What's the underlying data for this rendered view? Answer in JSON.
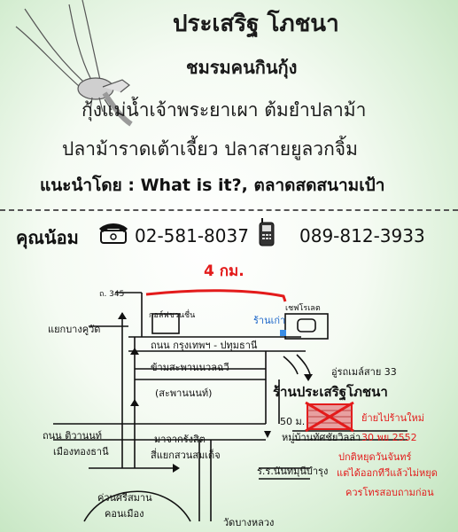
{
  "header": {
    "title": "ประเสริฐ โภชนา",
    "subtitle": "ชมรมคนกินกุ้ง",
    "menu_line_1": "กุ้งแม่น้ำเจ้าพระยาเผา   ต้มยำปลาม้า",
    "menu_line_2": "ปลาม้าราดเต้าเจี้ยว  ปลาสายยูลวกจิ้ม",
    "recommended": "แนะนำโดย : What is it?, ตลาดสดสนามเป้า"
  },
  "contact": {
    "name": "คุณน้อม",
    "phone": "02-581-8037",
    "mobile": "089-812-3933",
    "phone_icon": "telephone-icon",
    "mobile_icon": "mobile-phone-icon"
  },
  "map": {
    "distance": "4 กม.",
    "road_345": "ถ. 345",
    "golf": "กอล์ฟชวนชื่น",
    "old_shop": "ร้านเก่า",
    "chef": "เชฟโรเลต",
    "bang_kuwat": "แยกบางคูวัด",
    "bkk_pathum": "ถนน กรุงเทพฯ - ปทุมธานี",
    "bridge_1": "ข้ามสะพานนวลฉวี",
    "bridge_2": "(สะพานนนท์)",
    "soi_33": "อู่รถเมล์สาย 33",
    "shop_name": "ร้านประเสริฐโภชนา",
    "distance_50": "50 ม.",
    "village": "หมู่บ้านทัศชัยวิลล่า",
    "tiwanon": "ถนน ติวานนท์",
    "muang_thong": "เมืองทองธานี",
    "from_rangsit": "มาจากรังสิต",
    "suan_son": "สี่แยกสวนสมเด็จ",
    "school": "ร.ร.นันทมุนีบำรุง",
    "kuan_sri": "ค่วนศรีสมาน",
    "don_mueang": "คอนเมือง",
    "wat": "วัดบางหลวง",
    "note_moved": "ย้ายไปร้านใหม่",
    "note_date": "30 พย 2552",
    "note_closed": "ปกติหยุดวันจันทร์",
    "note_open": "แต่ได้ออกทีวีแล้วไม่หยุด",
    "note_call": "ควรโทรสอบถามก่อน",
    "colors": {
      "route": "#e31b1b",
      "old_shop_marker": "#3a8ee6",
      "ink": "#111111"
    }
  }
}
